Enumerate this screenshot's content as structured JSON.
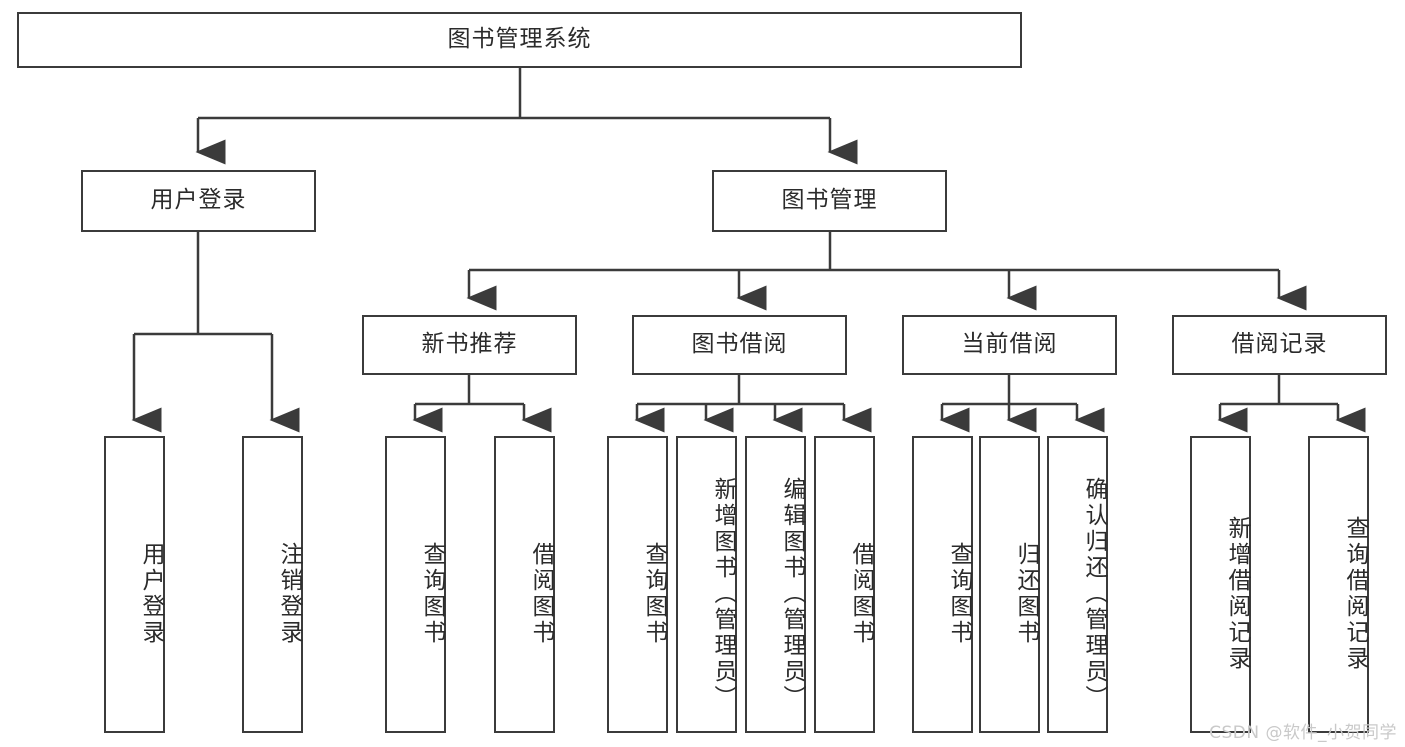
{
  "diagram": {
    "title": "图书管理系统",
    "type": "tree-hierarchy",
    "watermark": "CSDN @软件_小贺同学",
    "colors": {
      "stroke": "#3b3b3b",
      "fill": "#ffffff",
      "text": "#2b2b2b",
      "watermark": "#c9c9c9"
    },
    "root": {
      "label": "图书管理系统"
    },
    "level2": [
      {
        "label": "用户登录"
      },
      {
        "label": "图书管理"
      }
    ],
    "level3": [
      {
        "label": "新书推荐"
      },
      {
        "label": "图书借阅"
      },
      {
        "label": "当前借阅"
      },
      {
        "label": "借阅记录"
      }
    ],
    "leaves": {
      "user_login": [
        {
          "label": "用户登录"
        },
        {
          "label": "注销登录"
        }
      ],
      "new_book_recommend": [
        {
          "label": "查询图书"
        },
        {
          "label": "借阅图书"
        }
      ],
      "book_borrow": [
        {
          "label": "查询图书"
        },
        {
          "label": "新增图书（管理员）"
        },
        {
          "label": "编辑图书（管理员）"
        },
        {
          "label": "借阅图书"
        }
      ],
      "current_borrow": [
        {
          "label": "查询图书"
        },
        {
          "label": "归还图书"
        },
        {
          "label": "确认归还（管理员）"
        }
      ],
      "borrow_record": [
        {
          "label": "新增借阅记录"
        },
        {
          "label": "查询借阅记录"
        }
      ]
    }
  }
}
